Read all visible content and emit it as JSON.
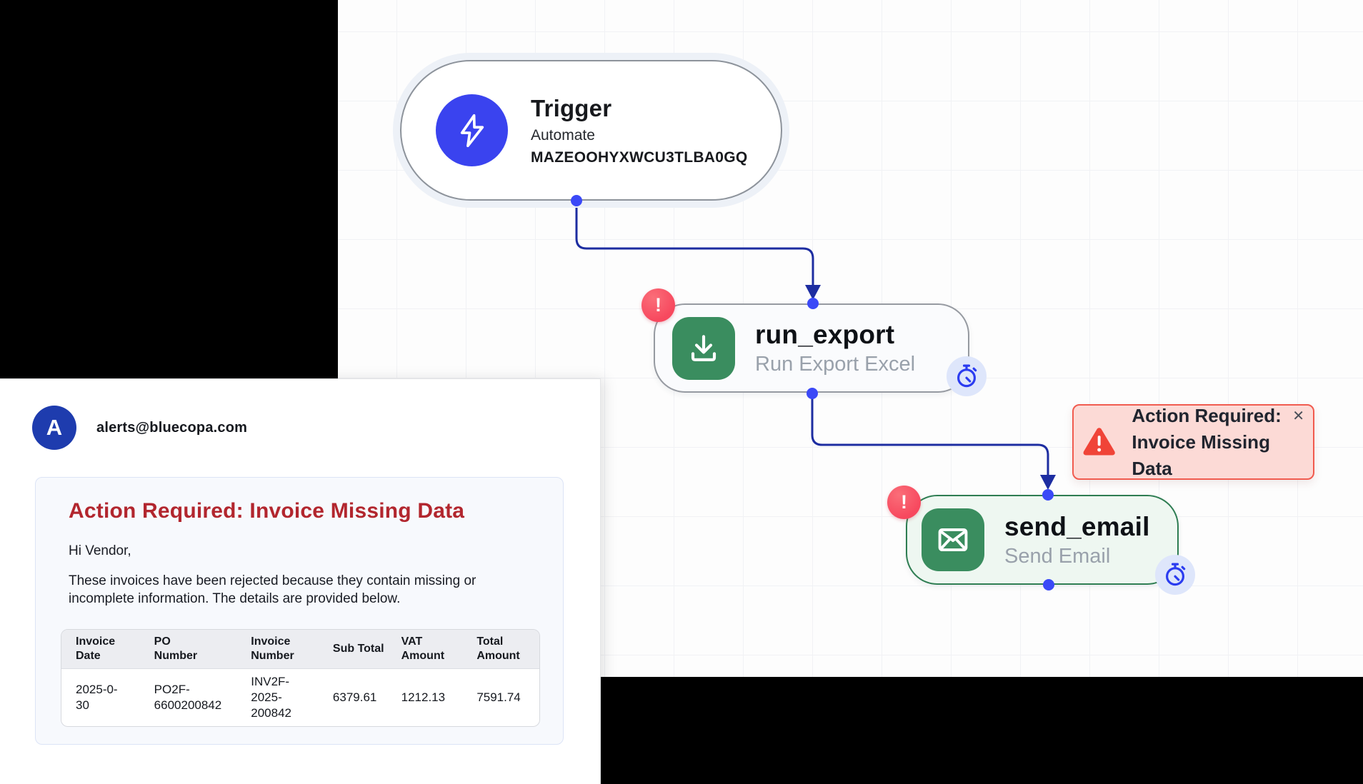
{
  "canvas": {
    "nodes": {
      "trigger": {
        "title": "Trigger",
        "subtitle": "Automate",
        "code": "MAZEOOHYXWCU3TLBA0GQ",
        "icon": "lightning-bolt-icon"
      },
      "run_export": {
        "title": "run_export",
        "subtitle": "Run Export Excel",
        "badge": "!",
        "icon": "download-icon",
        "status_icon": "stopwatch-icon"
      },
      "send_email": {
        "title": "send_email",
        "subtitle": "Send Email",
        "badge": "!",
        "icon": "envelope-icon",
        "status_icon": "stopwatch-icon"
      }
    },
    "toast": {
      "line1": "Action Required:",
      "line2": "Invoice Missing Data",
      "icon": "warning-triangle-icon",
      "close": "✕"
    }
  },
  "email": {
    "avatar_letter": "A",
    "from": "alerts@bluecopa.com",
    "subject": "Action Required: Invoice Missing Data",
    "greeting": "Hi Vendor,",
    "body": "These invoices have been rejected because they contain missing or incomplete information. The details are provided below.",
    "table": {
      "headers": [
        "Invoice Date",
        "PO Number",
        "Invoice Number",
        "Sub Total",
        "VAT Amount",
        "Total Amount"
      ],
      "rows": [
        [
          "2025-0-30",
          "PO2F-6600200842",
          "INV2F-2025-200842",
          "6379.61",
          "1212.13",
          "7591.74"
        ]
      ]
    }
  },
  "colors": {
    "trigger_icon_bg": "#3a43ef",
    "step_icon_bg": "#3a8d5f",
    "error_badge": "#f7485e",
    "connector": "#1d2da1",
    "handle_dot": "#3b49f7",
    "toast_bg": "#fcdad6",
    "toast_border": "#f15b4f",
    "subject_red": "#b2262e",
    "avatar_bg": "#1e3cae",
    "send_node_bg": "#eef7f1",
    "send_node_border": "#2e7d52"
  }
}
